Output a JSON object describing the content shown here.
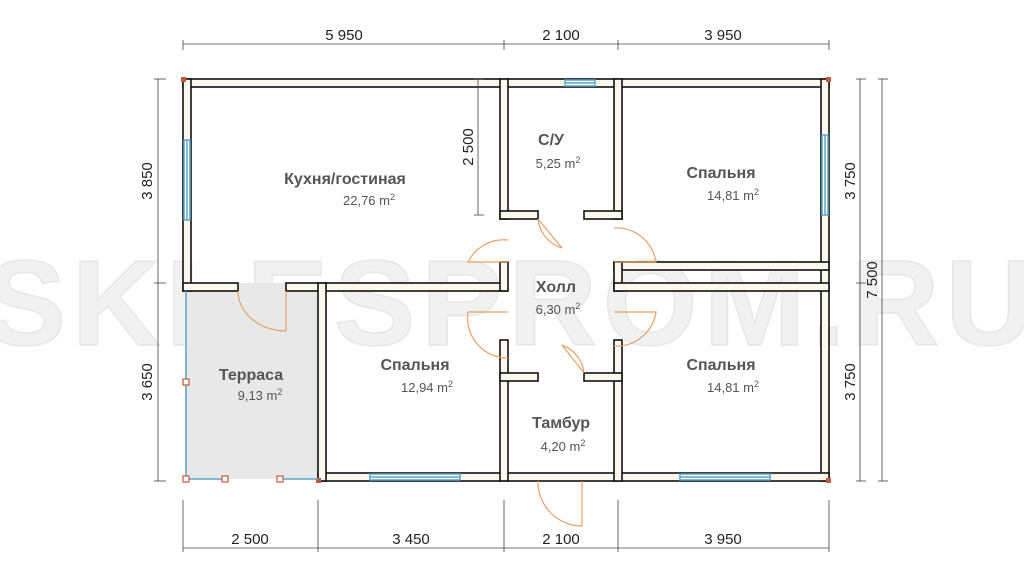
{
  "watermark": "SKLESPROM.RU",
  "rooms": [
    {
      "name": "Кухня/гостиная",
      "area": "22,76 m",
      "sup": "2"
    },
    {
      "name": "С/У",
      "area": "5,25 m",
      "sup": "2"
    },
    {
      "name": "Спальня",
      "area": "14,81 m",
      "sup": "2"
    },
    {
      "name": "Холл",
      "area": "6,30 m",
      "sup": "2"
    },
    {
      "name": "Терраса",
      "area": "9,13 m",
      "sup": "2"
    },
    {
      "name": "Спальня",
      "area": "12,94 m",
      "sup": "2"
    },
    {
      "name": "Спальня",
      "area": "14,81 m",
      "sup": "2"
    },
    {
      "name": "Тамбур",
      "area": "4,20 m",
      "sup": "2"
    }
  ],
  "dimensions": {
    "top": [
      "5 950",
      "2 100",
      "3 950"
    ],
    "bottom": [
      "2 500",
      "3 450",
      "2 100",
      "3 950"
    ],
    "left": [
      "3 850",
      "3 650"
    ],
    "right": [
      "3 750",
      "3 750"
    ],
    "overall": "7 500",
    "inner": "2 500"
  },
  "colors": {
    "wall_stroke": "#111111",
    "wall_fill": "#fbf8ee",
    "door_arc": "#e8a066",
    "window": "#5aa6c8",
    "terrace_fill": "#e8e8e8",
    "post": "#c25a3a"
  }
}
